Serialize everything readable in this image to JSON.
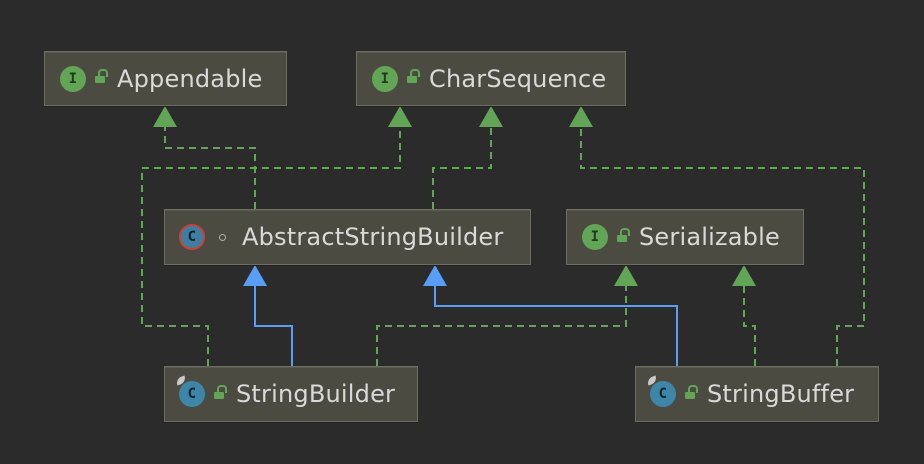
{
  "diagram": {
    "nodes": [
      {
        "id": "appendable",
        "label": "Appendable",
        "badge": "I",
        "kind": "interface"
      },
      {
        "id": "charsequence",
        "label": "CharSequence",
        "badge": "I",
        "kind": "interface"
      },
      {
        "id": "abstractstringbuilder",
        "label": "AbstractStringBuilder",
        "badge": "C",
        "kind": "abstract-class"
      },
      {
        "id": "serializable",
        "label": "Serializable",
        "badge": "I",
        "kind": "interface"
      },
      {
        "id": "stringbuilder",
        "label": "StringBuilder",
        "badge": "C",
        "kind": "class"
      },
      {
        "id": "stringbuffer",
        "label": "StringBuffer",
        "badge": "C",
        "kind": "class"
      }
    ],
    "edges": [
      {
        "from": "abstractstringbuilder",
        "to": "appendable",
        "type": "implements"
      },
      {
        "from": "abstractstringbuilder",
        "to": "charsequence",
        "type": "implements"
      },
      {
        "from": "stringbuilder",
        "to": "charsequence",
        "type": "implements"
      },
      {
        "from": "stringbuilder",
        "to": "serializable",
        "type": "implements"
      },
      {
        "from": "stringbuffer",
        "to": "charsequence",
        "type": "implements"
      },
      {
        "from": "stringbuffer",
        "to": "serializable",
        "type": "implements"
      },
      {
        "from": "stringbuilder",
        "to": "abstractstringbuilder",
        "type": "extends"
      },
      {
        "from": "stringbuffer",
        "to": "abstractstringbuilder",
        "type": "extends"
      }
    ],
    "colors": {
      "background": "#2b2b2b",
      "node_fill": "#4c4b41",
      "implements_edge": "#62a556",
      "extends_edge": "#589df6",
      "text": "#d9d9d9"
    }
  }
}
